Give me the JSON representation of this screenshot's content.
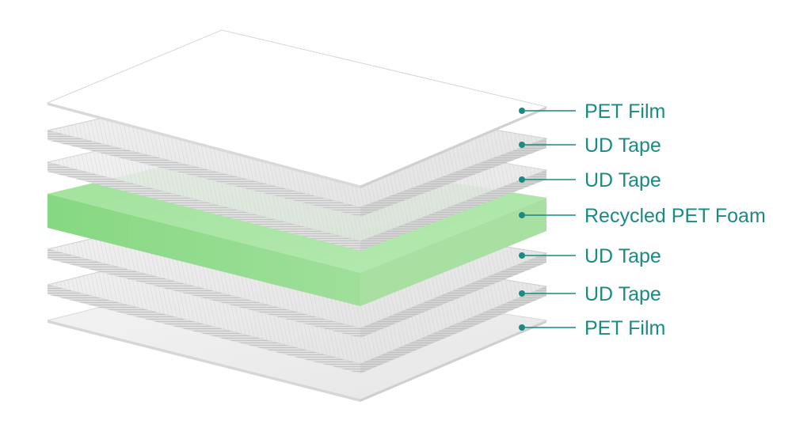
{
  "colors": {
    "accent": "#1a8a82",
    "film_fill": "#ffffff",
    "tape_fill": "#eeeeee",
    "foam_top": "#a9e4a3",
    "foam_side": "#7fd27b"
  },
  "layers": [
    {
      "label": "PET Film",
      "kind": "film"
    },
    {
      "label": "UD Tape",
      "kind": "tape"
    },
    {
      "label": "UD Tape",
      "kind": "tape"
    },
    {
      "label": "Recycled PET Foam",
      "kind": "foam"
    },
    {
      "label": "UD Tape",
      "kind": "tape"
    },
    {
      "label": "UD Tape",
      "kind": "tape"
    },
    {
      "label": "PET Film",
      "kind": "film"
    }
  ]
}
